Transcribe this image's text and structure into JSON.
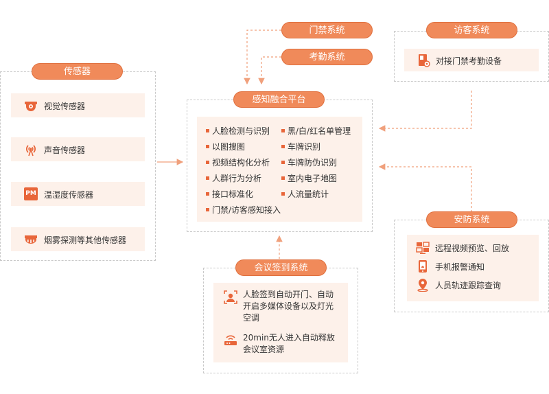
{
  "colors": {
    "accent": "#f08a5a",
    "accent_dark": "#e8663a",
    "panel": "#fdf1ea",
    "dash": "#c9c9c9"
  },
  "sensors": {
    "title": "传感器",
    "items": [
      {
        "label": "视觉传感器",
        "icon": "camera-icon"
      },
      {
        "label": "声音传感器",
        "icon": "sound-icon"
      },
      {
        "label": "温湿度传感器",
        "icon": "pm-icon",
        "icon_text": "PM"
      },
      {
        "label": "烟雾探测等其他传感器",
        "icon": "smoke-detector-icon"
      }
    ]
  },
  "access": {
    "title": "门禁系统"
  },
  "attendance": {
    "title": "考勤系统"
  },
  "platform": {
    "title": "感知融合平台",
    "left": [
      "人脸检测与识别",
      "以图搜图",
      "视频结构化分析",
      "人群行为分析",
      "接口标准化",
      "门禁/访客感知接入"
    ],
    "right": [
      "黑/白/红名单管理",
      "车牌识别",
      "车牌防伪识别",
      "室内电子地图",
      "人流量统计"
    ]
  },
  "visitor": {
    "title": "访客系统",
    "item": "对接门禁考勤设备"
  },
  "security": {
    "title": "安防系统",
    "items": [
      {
        "label": "远程视频预览、回放",
        "icon": "monitor-icon"
      },
      {
        "label": "手机报警通知",
        "icon": "phone-alarm-icon"
      },
      {
        "label": "人员轨迹跟踪查询",
        "icon": "location-pin-icon"
      }
    ]
  },
  "meeting": {
    "title": "会议签到系统",
    "items": [
      {
        "label": "人脸签到自动开门、自动开启多媒体设备以及灯光空调",
        "icon": "face-signin-icon"
      },
      {
        "label": "20min无人进入自动释放会议室资源",
        "icon": "router-icon"
      }
    ]
  }
}
